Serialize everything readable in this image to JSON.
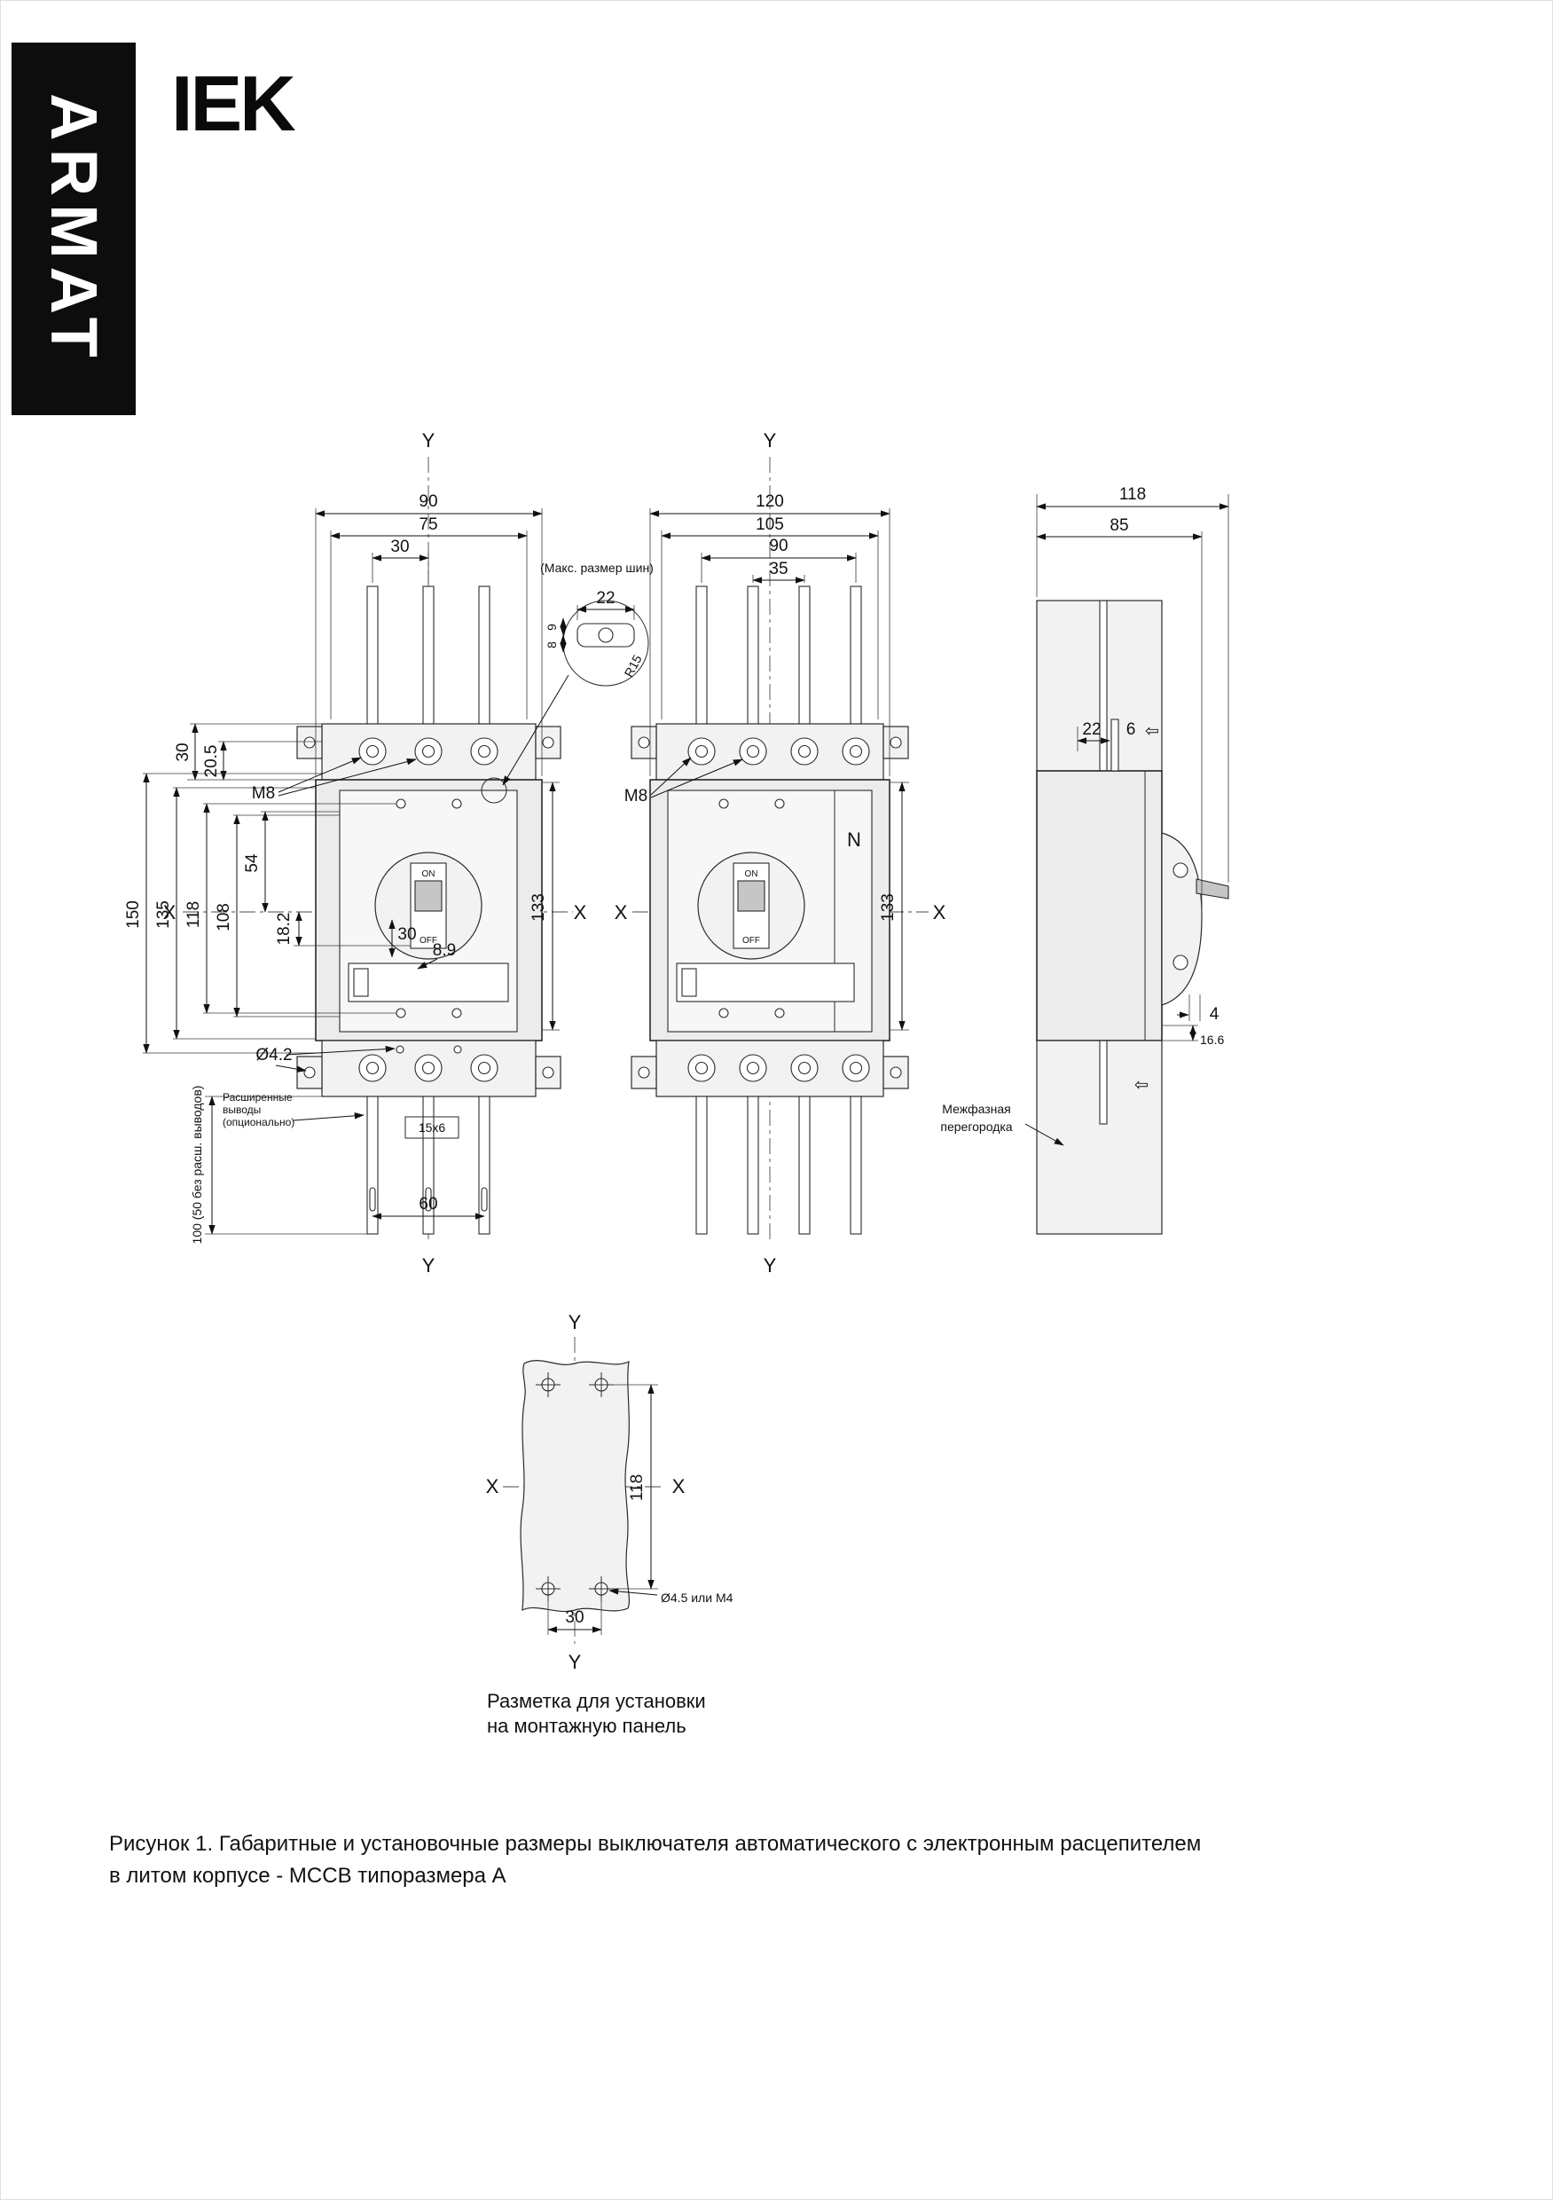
{
  "brand": {
    "series": "ARMAT",
    "logo": "IEK"
  },
  "labels": {
    "x": "X",
    "y": "Y",
    "m8": "M8",
    "on": "ON",
    "off": "OFF"
  },
  "front": {
    "dim_w_overall": "90",
    "dim_w_75": "75",
    "dim_w_30": "30",
    "dim_h_30": "30",
    "dim_h_20_5": "20.5",
    "dim_150": "150",
    "dim_135": "135",
    "dim_118": "118",
    "dim_108": "108",
    "dim_54": "54",
    "dim_18_2": "18.2",
    "dim_30_handle": "30",
    "dim_8_9": "8.9",
    "dim_133": "133",
    "dia_hole": "Ø4.2",
    "ext_note_l1": "Расширенные",
    "ext_note_l2": "выводы",
    "ext_note_l3": "(опционально)",
    "dim_ext_height": "100 (50 без расш. выводов)",
    "slot": "15х6",
    "dim_60": "60"
  },
  "detail": {
    "title": "(Макс. размер шин)",
    "dim_22": "22",
    "dim_9": "9",
    "dim_8": "8",
    "radius": "R15"
  },
  "middle": {
    "dim_120": "120",
    "dim_105": "105",
    "dim_90": "90",
    "dim_35": "35",
    "dim_133": "133",
    "n_pole": "N"
  },
  "side": {
    "dim_118": "118",
    "dim_85": "85",
    "dim_22": "22",
    "dim_6": "6",
    "dim_4": "4",
    "dim_16_6": "16.6",
    "barrier_l1": "Межфазная",
    "barrier_l2": "перегородка",
    "arrow_left": "⇦"
  },
  "panel": {
    "dim_118": "118",
    "dim_30": "30",
    "hole_note": "Ø4.5 или М4",
    "caption_l1": "Разметка для установки",
    "caption_l2": "на монтажную панель"
  },
  "caption": {
    "line1": "Рисунок 1. Габаритные и установочные размеры выключателя автоматического с электронным расцепителем",
    "line2": "в литом корпусе - МССВ типоразмера А"
  }
}
